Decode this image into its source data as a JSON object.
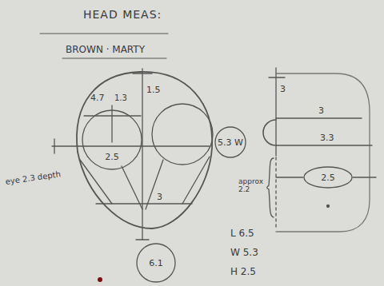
{
  "diagram": {
    "title": "HEAD MEAS:",
    "nodes": [
      {
        "text": [
          "2.5"
        ]
      },
      {
        "text": [
          "5.3 W"
        ]
      },
      {
        "text": [
          "6.1"
        ]
      },
      {
        "text": [
          "2.5"
        ]
      }
    ],
    "labels": [
      "BROWN · MARTY",
      "1.5",
      "4.7",
      "1.3",
      "eye 2.3 depth",
      "3",
      "3",
      "3",
      "3.3",
      "approx 2.2",
      "L 6.5",
      "W 5.3",
      "H 2.5"
    ]
  }
}
